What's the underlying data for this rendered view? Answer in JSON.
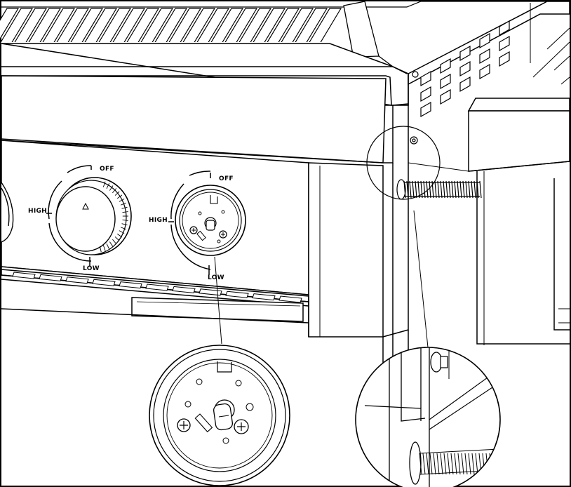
{
  "dial_labels": {
    "off": "OFF",
    "high": "HIGH",
    "low": "LOW"
  },
  "colors": {
    "line": "#000000",
    "background": "#ffffff"
  },
  "callouts": [
    {
      "name": "valve-stem-detail",
      "depicts": "valve face with stem and two screws"
    },
    {
      "name": "side-bolt-detail",
      "depicts": "screw through side panel into side shelf"
    }
  ]
}
